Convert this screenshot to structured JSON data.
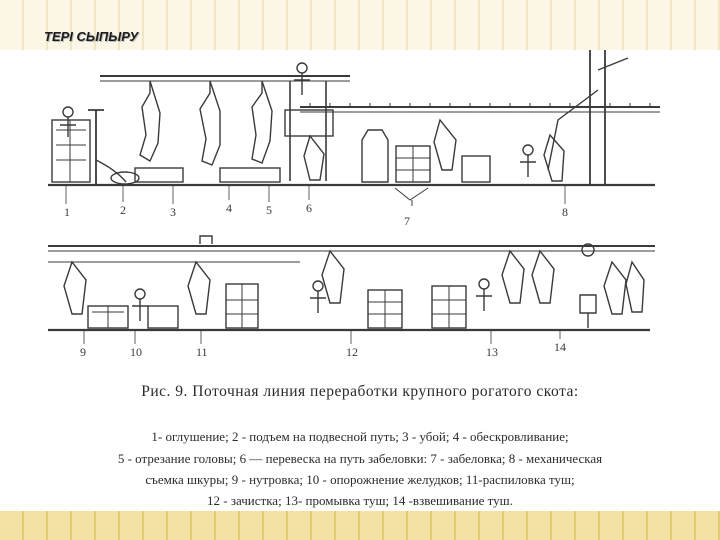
{
  "slide": {
    "title": "ТЕРІ СЫПЫРУ"
  },
  "figure": {
    "top_numbers": [
      "1",
      "2",
      "3",
      "4",
      "5",
      "6",
      "7",
      "8"
    ],
    "bottom_numbers": [
      "9",
      "10",
      "11",
      "12",
      "13",
      "14"
    ],
    "caption": "Рис. 9.   Поточная линия   переработки   крупного   рогатого скота:",
    "legend": [
      "1- оглушение; 2 - подъем на подвесной путь; 3 - убой; 4 - обескровливание;",
      "5 - отрезание головы; 6 — перевеска на путь забеловки: 7 - забеловка; 8 - механическая",
      "съемка шкуры; 9 - нутровка; 10 - опорожнение желудков; 11-распиловка туш;",
      "12 - зачистка; 13- промывка туш;   14  -взвешивание   туш."
    ]
  },
  "colors": {
    "ink": "#3a3a3a",
    "top_band": "#f1e6c4",
    "bottom_band": "#e3cb74"
  }
}
